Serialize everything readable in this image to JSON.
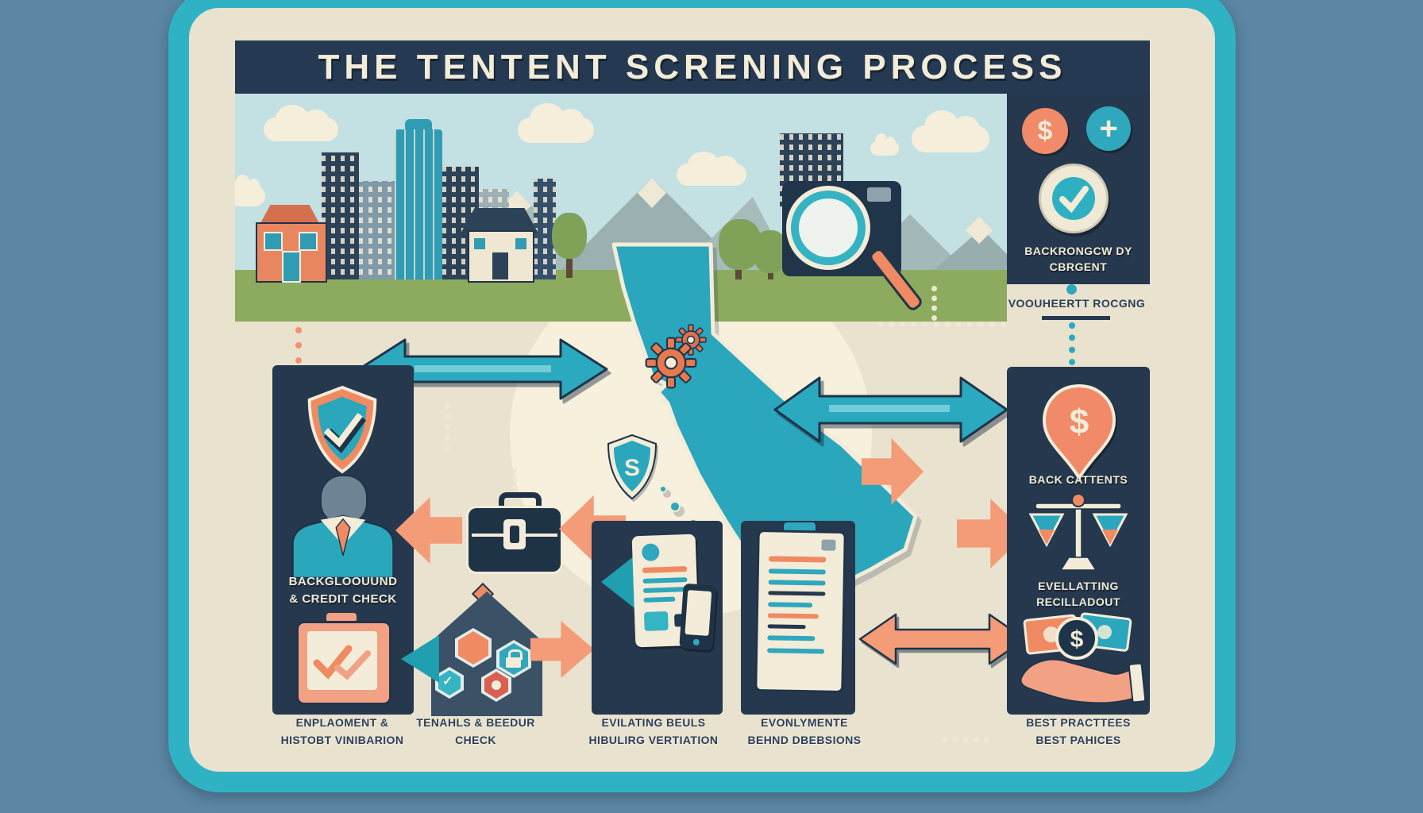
{
  "title": "THE TENTENT SCRENING PROCESS",
  "top_right": {
    "dollar": "$",
    "plus": "+",
    "caption1": "BACKRONGCW DY",
    "caption2": "CBRGENT",
    "subcaption": "VOOUHEERTT ROCGNG"
  },
  "left_panel": {
    "caption1": "BACKGLOOUUND",
    "caption2": "& CREDIT CHECK"
  },
  "map": {
    "shield_letter": "S"
  },
  "right_panel": {
    "pin_symbol": "$",
    "coin_symbol": "$",
    "caption1": "BACK CATTENTS",
    "caption2a": "EVELLATTING",
    "caption2b": "RECILLADOUT"
  },
  "labels": [
    {
      "l1": "ENPLAOMENT &",
      "l2": "HISTOBT VINIBARION"
    },
    {
      "l1": "TENAHLS & BEEDUR",
      "l2": "CHECK"
    },
    {
      "l1": "EVILATING BEULS",
      "l2": "HIBULIRG VERTIATION"
    },
    {
      "l1": "EVONLYMENTE",
      "l2": "BEHND DBEBSIONS"
    },
    {
      "l1": "BEST PRACTTEES",
      "l2": "BEST PAHICES"
    }
  ],
  "colors": {
    "background_blue": "#5b87a5",
    "frame_teal": "#2fb3c4",
    "card_beige": "#e9e2cf",
    "panel_navy": "#26384d",
    "accent_orange": "#ef8a63",
    "accent_salmon": "#f49b78",
    "accent_teal": "#2aa7bd",
    "cream": "#f3ecd8",
    "grass_green": "#8cab5e",
    "sky_blue": "#c3e0e2"
  }
}
